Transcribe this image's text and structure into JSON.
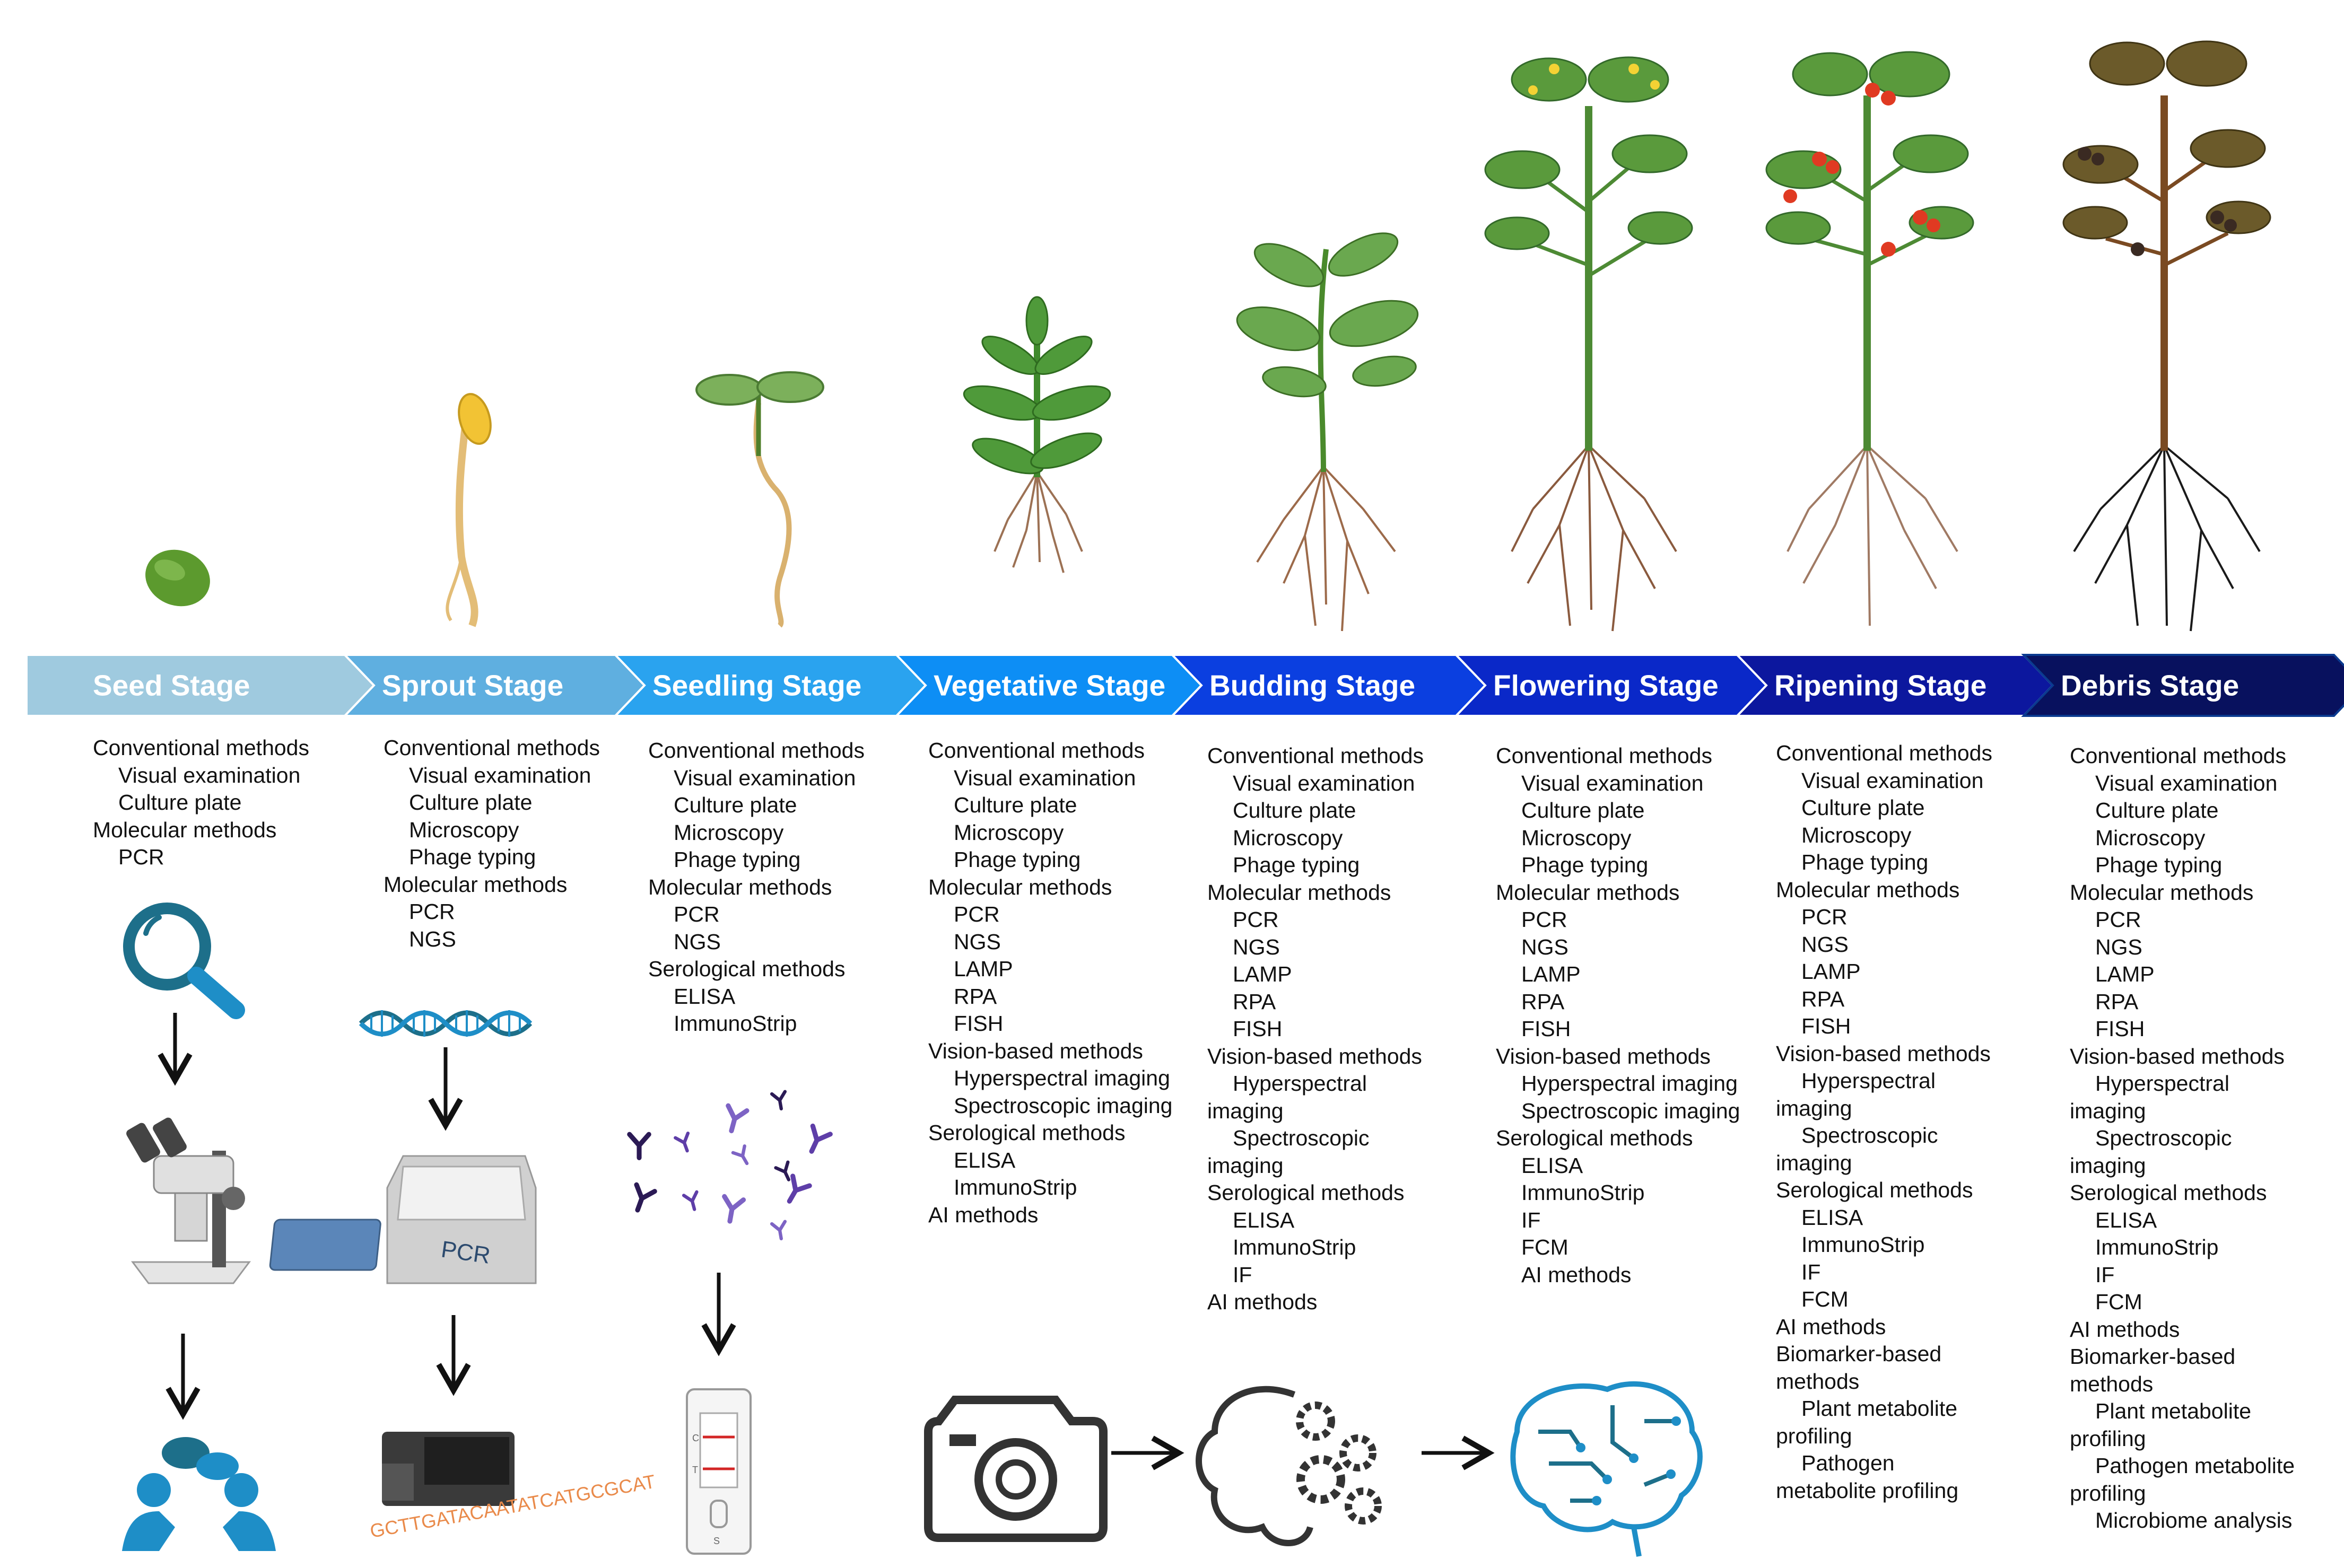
{
  "stages": [
    {
      "label": "Seed Stage",
      "color": "#9fcadf",
      "lines": [
        {
          "t": "Conventional methods",
          "lvl": 0
        },
        {
          "t": "Visual  examination",
          "lvl": 1
        },
        {
          "t": "Culture plate",
          "lvl": 1
        },
        {
          "t": "Molecular methods",
          "lvl": 0
        },
        {
          "t": "PCR",
          "lvl": 1
        }
      ]
    },
    {
      "label": "Sprout Stage",
      "color": "#5fafe0",
      "lines": [
        {
          "t": "Conventional methods",
          "lvl": 0
        },
        {
          "t": "Visual examination",
          "lvl": 1
        },
        {
          "t": "Culture plate",
          "lvl": 1
        },
        {
          "t": "Microscopy",
          "lvl": 1
        },
        {
          "t": "Phage typing",
          "lvl": 1
        },
        {
          "t": "Molecular methods",
          "lvl": 0
        },
        {
          "t": "PCR",
          "lvl": 1
        },
        {
          "t": "NGS",
          "lvl": 1
        }
      ]
    },
    {
      "label": "Seedling Stage",
      "color": "#2aa3ef",
      "lines": [
        {
          "t": "Conventional methods",
          "lvl": 0
        },
        {
          "t": "Visual examination",
          "lvl": 1
        },
        {
          "t": "Culture plate",
          "lvl": 1
        },
        {
          "t": "Microscopy",
          "lvl": 1
        },
        {
          "t": "Phage typing",
          "lvl": 1
        },
        {
          "t": "Molecular methods",
          "lvl": 0
        },
        {
          "t": "PCR",
          "lvl": 1
        },
        {
          "t": "NGS",
          "lvl": 1
        },
        {
          "t": "Serological methods",
          "lvl": 0
        },
        {
          "t": "ELISA",
          "lvl": 1
        },
        {
          "t": "ImmunoStrip",
          "lvl": 1
        }
      ]
    },
    {
      "label": "Vegetative Stage",
      "color": "#0d8ef5",
      "lines": [
        {
          "t": "Conventional methods",
          "lvl": 0
        },
        {
          "t": "Visual examination",
          "lvl": 1
        },
        {
          "t": "Culture plate",
          "lvl": 1
        },
        {
          "t": "Microscopy",
          "lvl": 1
        },
        {
          "t": "Phage typing",
          "lvl": 1
        },
        {
          "t": "Molecular methods",
          "lvl": 0
        },
        {
          "t": "PCR",
          "lvl": 1
        },
        {
          "t": "NGS",
          "lvl": 1
        },
        {
          "t": "LAMP",
          "lvl": 1
        },
        {
          "t": "RPA",
          "lvl": 1
        },
        {
          "t": "FISH",
          "lvl": 1
        },
        {
          "t": "Vision-based methods",
          "lvl": 0
        },
        {
          "t": "Hyperspectral imaging",
          "lvl": 1
        },
        {
          "t": "Spectroscopic imaging",
          "lvl": 1
        },
        {
          "t": "Serological methods",
          "lvl": 0
        },
        {
          "t": "ELISA",
          "lvl": 1
        },
        {
          "t": "ImmunoStrip",
          "lvl": 1
        },
        {
          "t": "AI methods",
          "lvl": 0
        }
      ]
    },
    {
      "label": "Budding Stage",
      "color": "#0b3fe0",
      "lines": [
        {
          "t": "Conventional methods",
          "lvl": 0
        },
        {
          "t": "Visual examination",
          "lvl": 1
        },
        {
          "t": "Culture plate",
          "lvl": 1
        },
        {
          "t": "Microscopy",
          "lvl": 1
        },
        {
          "t": "Phage typing",
          "lvl": 1
        },
        {
          "t": "Molecular methods",
          "lvl": 0
        },
        {
          "t": "PCR",
          "lvl": 1
        },
        {
          "t": "NGS",
          "lvl": 1
        },
        {
          "t": "LAMP",
          "lvl": 1
        },
        {
          "t": "RPA",
          "lvl": 1
        },
        {
          "t": "FISH",
          "lvl": 1
        },
        {
          "t": "Vision-based methods",
          "lvl": 0
        },
        {
          "t": "Hyperspectral",
          "lvl": 1
        },
        {
          "t": "imaging",
          "lvl": 0
        },
        {
          "t": "Spectroscopic",
          "lvl": 1
        },
        {
          "t": "imaging",
          "lvl": 0
        },
        {
          "t": "Serological methods",
          "lvl": 0
        },
        {
          "t": "ELISA",
          "lvl": 1
        },
        {
          "t": "ImmunoStrip",
          "lvl": 1
        },
        {
          "t": "IF",
          "lvl": 1
        },
        {
          "t": "AI methods",
          "lvl": 0
        }
      ]
    },
    {
      "label": "Flowering Stage",
      "color": "#0a28c8",
      "lines": [
        {
          "t": "Conventional methods",
          "lvl": 0
        },
        {
          "t": "Visual examination",
          "lvl": 1
        },
        {
          "t": "Culture plate",
          "lvl": 1
        },
        {
          "t": "Microscopy",
          "lvl": 1
        },
        {
          "t": "Phage typing",
          "lvl": 1
        },
        {
          "t": "Molecular methods",
          "lvl": 0
        },
        {
          "t": "PCR",
          "lvl": 1
        },
        {
          "t": "NGS",
          "lvl": 1
        },
        {
          "t": "LAMP",
          "lvl": 1
        },
        {
          "t": "RPA",
          "lvl": 1
        },
        {
          "t": "FISH",
          "lvl": 1
        },
        {
          "t": "Vision-based methods",
          "lvl": 0
        },
        {
          "t": "Hyperspectral imaging",
          "lvl": 1
        },
        {
          "t": "Spectroscopic imaging",
          "lvl": 1
        },
        {
          "t": "Serological methods",
          "lvl": 0
        },
        {
          "t": "ELISA",
          "lvl": 1
        },
        {
          "t": "ImmunoStrip",
          "lvl": 1
        },
        {
          "t": "IF",
          "lvl": 1
        },
        {
          "t": "FCM",
          "lvl": 1
        },
        {
          "t": "AI methods",
          "lvl": 1
        }
      ]
    },
    {
      "label": "Ripening Stage",
      "color": "#0c179e",
      "lines": [
        {
          "t": "Conventional methods",
          "lvl": 0
        },
        {
          "t": "Visual examination",
          "lvl": 1
        },
        {
          "t": "Culture plate",
          "lvl": 1
        },
        {
          "t": "Microscopy",
          "lvl": 1
        },
        {
          "t": "Phage typing",
          "lvl": 1
        },
        {
          "t": "Molecular methods",
          "lvl": 0
        },
        {
          "t": "PCR",
          "lvl": 1
        },
        {
          "t": "NGS",
          "lvl": 1
        },
        {
          "t": "LAMP",
          "lvl": 1
        },
        {
          "t": "RPA",
          "lvl": 1
        },
        {
          "t": "FISH",
          "lvl": 1
        },
        {
          "t": "Vision-based methods",
          "lvl": 0
        },
        {
          "t": "Hyperspectral",
          "lvl": 1
        },
        {
          "t": "imaging",
          "lvl": 0
        },
        {
          "t": "Spectroscopic",
          "lvl": 1
        },
        {
          "t": "imaging",
          "lvl": 0
        },
        {
          "t": "Serological methods",
          "lvl": 0
        },
        {
          "t": "ELISA",
          "lvl": 1
        },
        {
          "t": "ImmunoStrip",
          "lvl": 1
        },
        {
          "t": "IF",
          "lvl": 1
        },
        {
          "t": "FCM",
          "lvl": 1
        },
        {
          "t": "AI methods",
          "lvl": 0
        },
        {
          "t": "Biomarker-based",
          "lvl": 0
        },
        {
          "t": "methods",
          "lvl": 0
        },
        {
          "t": "Plant metabolite",
          "lvl": 1
        },
        {
          "t": "profiling",
          "lvl": 0
        },
        {
          "t": "Pathogen",
          "lvl": 1
        },
        {
          "t": "metabolite profiling",
          "lvl": 0
        }
      ]
    },
    {
      "label": "Debris Stage",
      "color": "#08115e",
      "lines": [
        {
          "t": "Conventional methods",
          "lvl": 0
        },
        {
          "t": "Visual examination",
          "lvl": 1
        },
        {
          "t": "Culture plate",
          "lvl": 1
        },
        {
          "t": "Microscopy",
          "lvl": 1
        },
        {
          "t": "Phage typing",
          "lvl": 1
        },
        {
          "t": "Molecular methods",
          "lvl": 0
        },
        {
          "t": "PCR",
          "lvl": 1
        },
        {
          "t": "NGS",
          "lvl": 1
        },
        {
          "t": "LAMP",
          "lvl": 1
        },
        {
          "t": "RPA",
          "lvl": 1
        },
        {
          "t": "FISH",
          "lvl": 1
        },
        {
          "t": "Vision-based methods",
          "lvl": 0
        },
        {
          "t": "Hyperspectral",
          "lvl": 1
        },
        {
          "t": "imaging",
          "lvl": 0
        },
        {
          "t": "Spectroscopic",
          "lvl": 1
        },
        {
          "t": "imaging",
          "lvl": 0
        },
        {
          "t": "Serological methods",
          "lvl": 0
        },
        {
          "t": "ELISA",
          "lvl": 1
        },
        {
          "t": "ImmunoStrip",
          "lvl": 1
        },
        {
          "t": "IF",
          "lvl": 1
        },
        {
          "t": "FCM",
          "lvl": 1
        },
        {
          "t": "AI methods",
          "lvl": 0
        },
        {
          "t": "Biomarker-based",
          "lvl": 0
        },
        {
          "t": "methods",
          "lvl": 0
        },
        {
          "t": "Plant metabolite",
          "lvl": 1
        },
        {
          "t": "profiling",
          "lvl": 0
        },
        {
          "t": "Pathogen metabolite",
          "lvl": 1
        },
        {
          "t": "profiling",
          "lvl": 0
        },
        {
          "t": "Microbiome analysis",
          "lvl": 1
        }
      ]
    }
  ],
  "illustration_text": {
    "pcr_device": "PCR",
    "test_strip_c": "C",
    "test_strip_t": "T",
    "test_strip_s": "S",
    "dna_sequence": "GCTTGATACAATATCATGCGCAT"
  },
  "icons": [
    "seed",
    "sprout",
    "seedling",
    "vegetative-plant",
    "budding-plant",
    "flowering-plant",
    "ripening-plant",
    "debris-plant",
    "magnifier-icon",
    "microscope-icon",
    "consultation-icon",
    "dna-helix-icon",
    "pcr-machine-icon",
    "sequencer-icon",
    "antibodies-icon",
    "test-strip-icon",
    "camera-icon",
    "brain-gears-icon",
    "circuit-brain-icon"
  ]
}
